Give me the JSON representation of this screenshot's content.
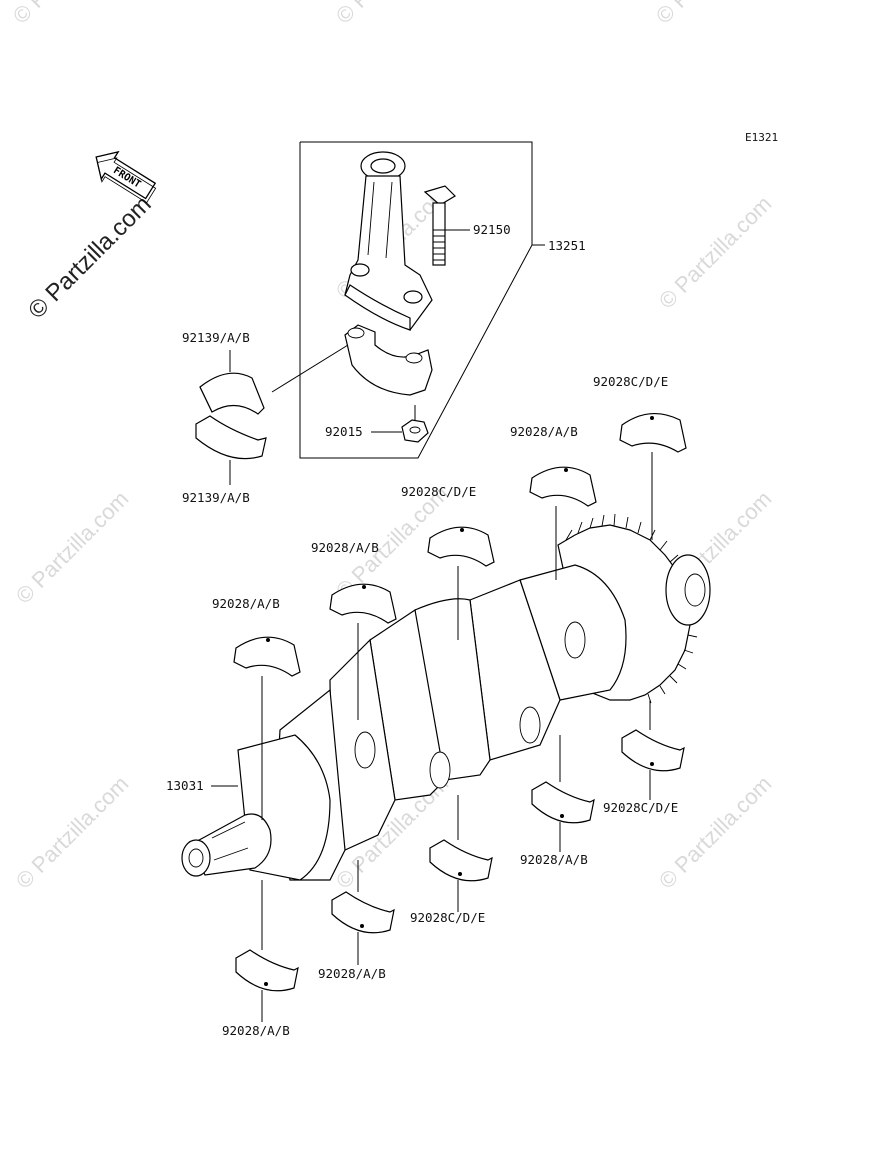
{
  "diagram_code": "E1321",
  "front_marker": "FRONT",
  "watermark_main": "© Partzilla.com",
  "watermark_tile": "© Partzilla.com",
  "callouts": {
    "p92150": "92150",
    "p13251": "13251",
    "p92139_top": "92139/A/B",
    "p92139_bottom": "92139/A/B",
    "p92015": "92015",
    "p92028cde_top": "92028C/D/E",
    "p92028ab_upper": "92028/A/B",
    "p92028cde_mid": "92028C/D/E",
    "p92028ab_mid": "92028/A/B",
    "p92028ab_left": "92028/A/B",
    "p13031": "13031",
    "p92028cde_right": "92028C/D/E",
    "p92028ab_right": "92028/A/B",
    "p92028cde_low": "92028C/D/E",
    "p92028ab_low": "92028/A/B",
    "p92028ab_bottom": "92028/A/B"
  }
}
